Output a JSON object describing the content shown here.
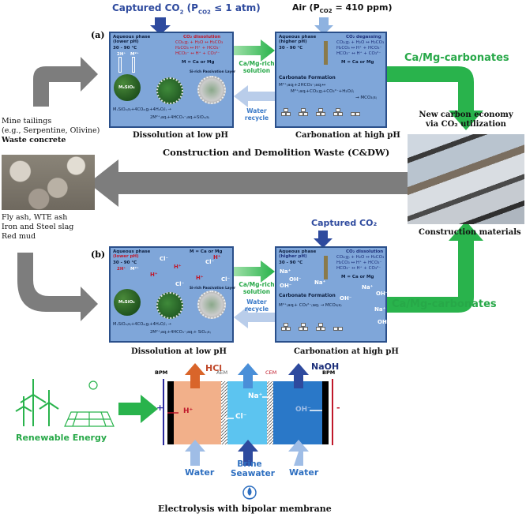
{
  "top": {
    "captured_label": "Captured CO",
    "captured_sub_text": "(P",
    "captured_sub_idx": "CO2",
    "captured_rest": " ≤ 1 atm)",
    "air_label": "Air (P",
    "air_sub_idx": "CO2",
    "air_rest": " = 410 ppm)"
  },
  "panel_a": {
    "tag": "(a)",
    "left": {
      "phase_title": "Aqueous phase",
      "phase_sub": "(lower pH)",
      "temp": "30 - 90 °C",
      "co2_title": "CO₂ dissolution",
      "eq1": "CO₂₍g₎ + H₂O ↔ H₂CO₃",
      "eq2": "H₂CO₃ ↔ H⁺ + HCO₃⁻",
      "eq3": "HCO₃⁻ ↔ H⁺ + CO₃²⁻",
      "m_label": "M = Ca or Mg",
      "h_ion": "2H⁺",
      "m_ion": "M²⁺",
      "mineral": "MₓSiO₄",
      "passivation": "Si-rich Passivation Layer",
      "reaction1": "MₓSiO₄₍s₎+4CO₂₍g₎+4H₂O₍l₎ →",
      "reaction2": "2M²⁺₍aq₎+4HCO₃⁻₍aq₎+SiO₂₍s₎"
    },
    "right": {
      "phase_title": "Aqueous phase",
      "phase_sub": "(higher pH)",
      "temp": "30 - 90 °C",
      "co2_title": "CO₂ degassing",
      "eq1": "CO₂₍g₎ + H₂O ↔ H₂CO₃",
      "eq2": "H₂CO₃ ↔ H⁺ + HCO₃⁻",
      "eq3": "HCO₃⁻ ↔ H⁺ + CO₃²⁻",
      "m_label": "M = Ca or Mg",
      "carb_title": "Carbonate Formation",
      "carb1": "M²⁺₍aq₎+2HCO₃⁻₍aq₎↔",
      "carb2": "M²⁺₍aq₎+CO₂₍g₎+CO₃²⁻+H₂O₍l₎",
      "carb3": "→ MCO₃₍s₎"
    },
    "arrow_right_label1": "Ca/Mg-rich",
    "arrow_right_label2": "solution",
    "arrow_left_label1": "Water",
    "arrow_left_label2": "recycle",
    "caption_left": "Dissolution at low pH",
    "caption_right": "Carbonation at high pH"
  },
  "panel_b": {
    "tag": "(b)",
    "left": {
      "phase_title": "Aqueous phase",
      "phase_sub": "(lower pH)",
      "temp": "30 - 90 °C",
      "m_label": "M = Ca or Mg",
      "h_ion": "2H⁺",
      "m_ion": "M²⁺",
      "mineral": "MₓSiO₄",
      "passivation": "Si-rich Passivation Layer",
      "reaction1": "MₓSiO₄₍s₎+4CO₂₍g₎+4H₂O₍l₎ →",
      "reaction2": "2M²⁺₍aq₎+4HCO₃⁻₍aq₎+ SiO₂₍s₎",
      "cl": "Cl⁻",
      "h": "H⁺"
    },
    "right": {
      "phase_title": "Aqueous phase",
      "phase_sub": "(higher pH)",
      "temp": "30 - 90 °C",
      "co2_title": "CO₂ dissolution",
      "eq1": "CO₂₍g₎ + H₂O ↔ H₂CO₃",
      "eq2": "H₂CO₃ ↔ H⁺ + HCO₃⁻",
      "eq3": "HCO₃⁻ ↔ H⁺ + CO₃²⁻",
      "m_label": "M = Ca or Mg",
      "carb_title": "Carbonate Formation",
      "carb1": "M²⁺₍aq₎+ CO₃²⁻₍aq₎ → MCO₃₍s₎",
      "na": "Na⁺",
      "oh": "OH⁻"
    },
    "captured": "Captured CO₂",
    "arrow_right_label1": "Ca/Mg-rich",
    "arrow_right_label2": "solution",
    "arrow_left_label1": "Water",
    "arrow_left_label2": "recycle",
    "caption_left": "Dissolution at low pH",
    "caption_right": "Carbonation at high pH"
  },
  "left_side": {
    "mine1": "Mine tailings",
    "mine2": "(e.g., Serpentine, Olivine)",
    "waste_concrete": "Waste concrete",
    "fly1": "Fly ash, WTE ash",
    "fly2": "Iron and Steel slag",
    "fly3": "Red mud"
  },
  "right_side": {
    "camg_top": "Ca/Mg-carbonates",
    "camg_bottom": "Ca/Mg-carbonates",
    "economy1": "New carbon economy",
    "economy2": "via CO₂ utilization",
    "construction": "Construction materials"
  },
  "cdw": "Construction and Demolition Waste (C&DW)",
  "electrolysis": {
    "bpm_left": "BPM",
    "aem": "AEM",
    "cem": "CEM",
    "bpm_right": "BPM",
    "hcl": "HCl",
    "naoh": "NaOH",
    "h": "H⁺",
    "cl": "Cl⁻",
    "na": "Na⁺",
    "oh": "OH⁻",
    "plus": "+",
    "minus": "-",
    "water_left": "Water",
    "brine1": "Brine",
    "brine2": "Seawater",
    "water_right": "Water",
    "renewable": "Renewable Energy",
    "title": "Electrolysis with bipolar membrane"
  },
  "colors": {
    "panel_fill": "#7fa6d9",
    "panel_border": "#2a4f8a",
    "green": "#27a848",
    "gray": "#808080",
    "arrow_blue": "#2e4a9e",
    "acid_orange": "#f2b08a",
    "base_blue": "#2a78c8"
  }
}
